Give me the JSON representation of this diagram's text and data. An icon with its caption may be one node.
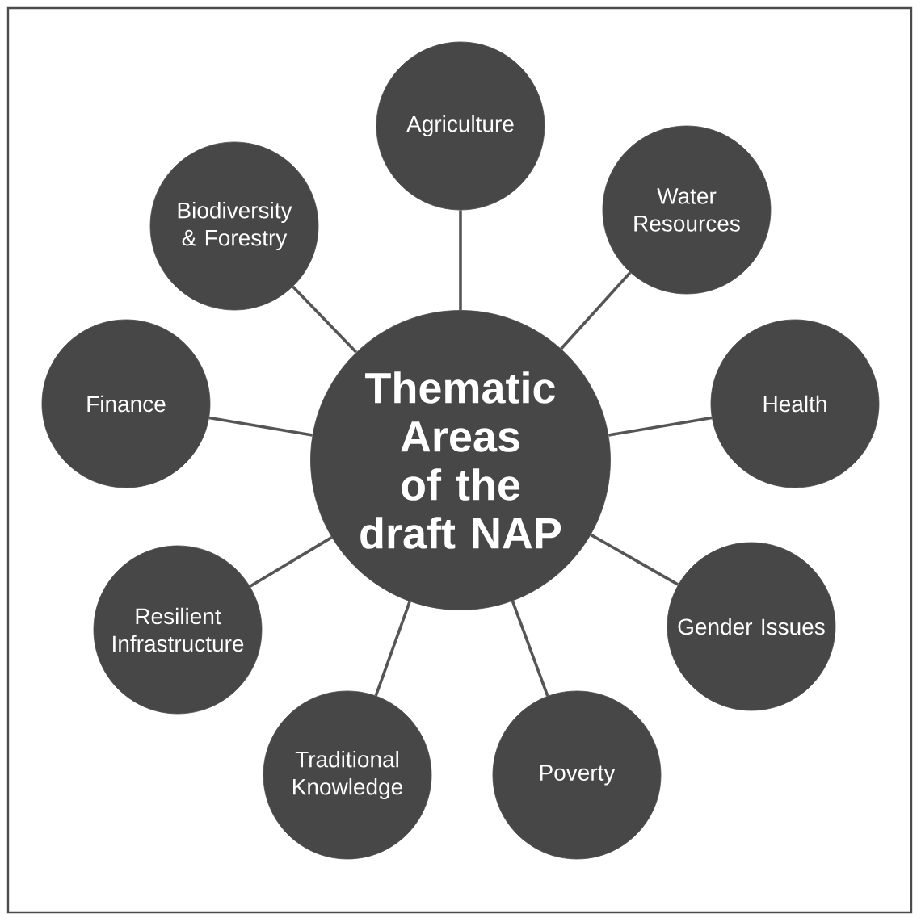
{
  "diagram": {
    "nodes": [
      {
        "text": [
          "Thematic Areas of the draft NAP"
        ]
      },
      {
        "text": [
          "Agriculture"
        ]
      },
      {
        "text": [
          "Water Resources"
        ]
      },
      {
        "text": [
          "Health"
        ]
      },
      {
        "text": [
          "Gender Issues"
        ]
      },
      {
        "text": [
          "Poverty"
        ]
      },
      {
        "text": [
          "Traditional Knowledge"
        ]
      },
      {
        "text": [
          "Resilient Infrastructure"
        ]
      },
      {
        "text": [
          "Finance"
        ]
      },
      {
        "text": [
          "Biodiversity & Forestry"
        ]
      }
    ],
    "edges": [
      {
        "from": 0,
        "to": 1,
        "arrow": "none"
      },
      {
        "from": 0,
        "to": 2,
        "arrow": "none"
      },
      {
        "from": 0,
        "to": 3,
        "arrow": "none"
      },
      {
        "from": 0,
        "to": 4,
        "arrow": "none"
      },
      {
        "from": 0,
        "to": 5,
        "arrow": "none"
      },
      {
        "from": 0,
        "to": 6,
        "arrow": "none"
      },
      {
        "from": 0,
        "to": 7,
        "arrow": "none"
      },
      {
        "from": 0,
        "to": 8,
        "arrow": "none"
      },
      {
        "from": 0,
        "to": 9,
        "arrow": "none"
      }
    ]
  }
}
